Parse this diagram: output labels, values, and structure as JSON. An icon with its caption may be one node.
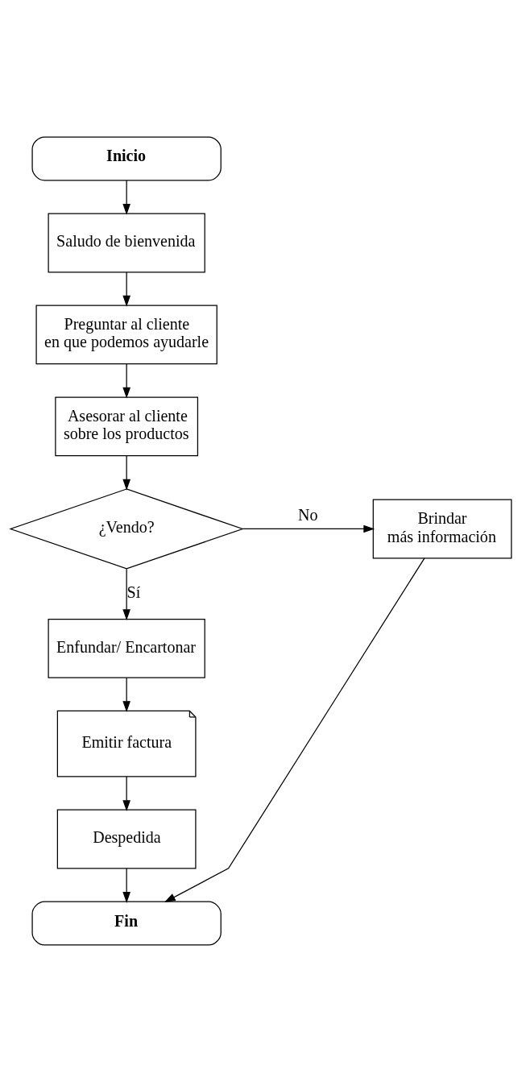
{
  "diagram": {
    "nodes": [
      {
        "text": [
          "Inicio"
        ]
      },
      {
        "text": [
          "Saludo de bienvenida"
        ]
      },
      {
        "text": [
          "Preguntar al cliente en que podemos ayudarle"
        ]
      },
      {
        "text": [
          "Asesorar al cliente sobre los productos"
        ]
      },
      {
        "text": [
          "¿Vendo?"
        ]
      },
      {
        "text": [
          "Brindar más información"
        ]
      },
      {
        "text": [
          "Enfundar/ Encartonar"
        ]
      },
      {
        "text": [
          "Emitir factura"
        ]
      },
      {
        "text": [
          "Despedida"
        ]
      },
      {
        "text": [
          "Fin"
        ]
      }
    ],
    "edges": [
      {
        "from": 0,
        "to": 1,
        "arrow": "to"
      },
      {
        "from": 1,
        "to": 2,
        "arrow": "to"
      },
      {
        "from": 2,
        "to": 3,
        "arrow": "to"
      },
      {
        "from": 3,
        "to": 4,
        "arrow": "to"
      },
      {
        "from": 4,
        "to": 5,
        "arrow": "to",
        "label": "No"
      },
      {
        "from": 4,
        "to": 6,
        "arrow": "to",
        "label": "Sí"
      },
      {
        "from": 6,
        "to": 7,
        "arrow": "to"
      },
      {
        "from": 7,
        "to": 8,
        "arrow": "to"
      },
      {
        "from": 8,
        "to": 9,
        "arrow": "to"
      },
      {
        "from": 5,
        "to": 9,
        "arrow": "to"
      }
    ]
  }
}
